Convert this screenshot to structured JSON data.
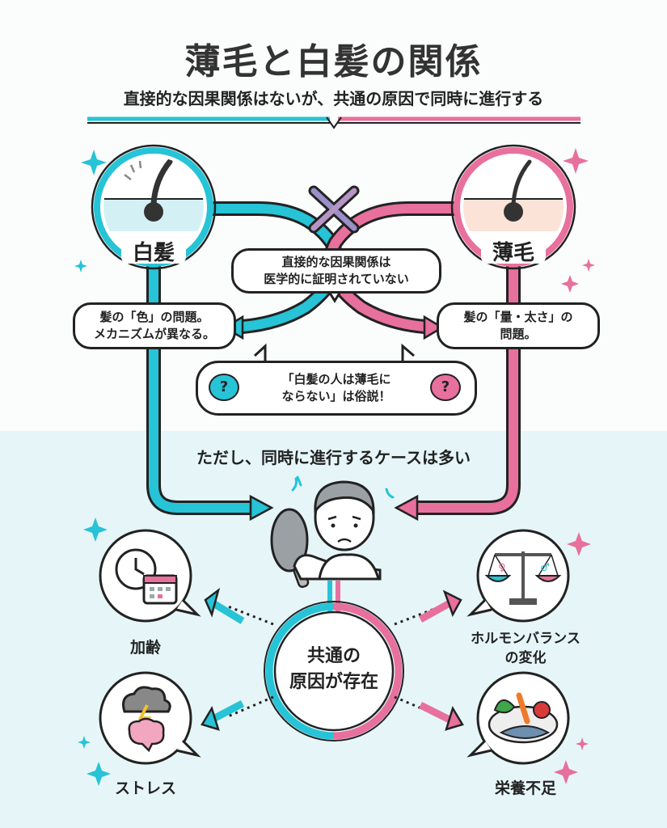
{
  "title": "薄毛と白髪の関係",
  "subtitle": "直接的な因果関係はないが、共通の原因で同時に進行する",
  "left_topic": {
    "label": "白髪",
    "bubble_line1": "髪の「色」の問題。",
    "bubble_line2": "メカニズムが異なる。"
  },
  "right_topic": {
    "label": "薄毛",
    "bubble_line1": "髪の「量・太さ」の",
    "bubble_line2": "問題。"
  },
  "center_note": {
    "line1": "直接的な因果関係は",
    "line2": "医学的に証明されていない"
  },
  "myth": {
    "line1": "「白髪の人は薄毛に",
    "line2": "ならない」は俗説！",
    "q_left": "?",
    "q_right": "?"
  },
  "cross_mark": "×",
  "caveat": "ただし、同時に進行するケースは多い",
  "common_cause": {
    "line1": "共通の",
    "line2": "原因が存在"
  },
  "causes": {
    "aging": "加齢",
    "stress": "ストレス",
    "hormone_line1": "ホルモンバランス",
    "hormone_line2": "の変化",
    "nutrition": "栄養不足"
  },
  "colors": {
    "cyan": "#27c3d6",
    "pink": "#e8709c",
    "dark": "#222222",
    "bg_bottom": "#e6f6f8"
  }
}
